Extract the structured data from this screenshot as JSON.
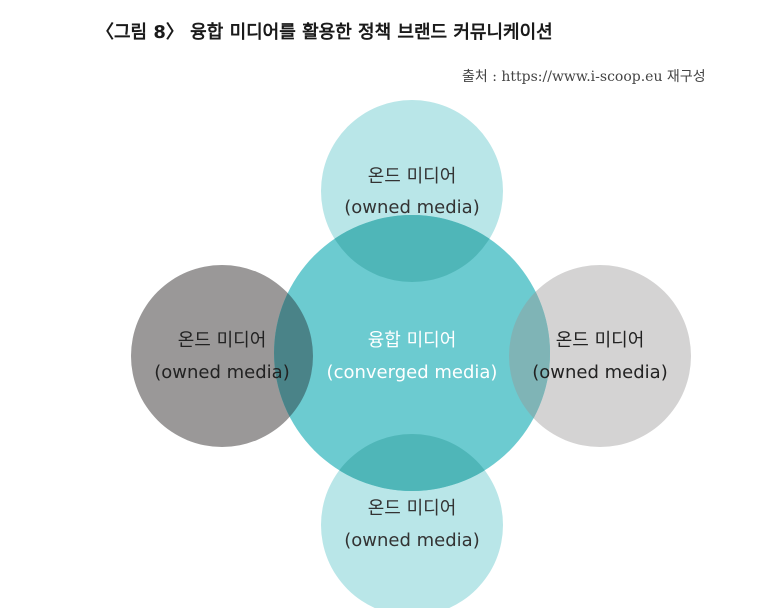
{
  "figure": {
    "caption": "〈그림 8〉 융합 미디어를 활용한 정책 브랜드 커뮤니케이션",
    "source": "출처 : https://www.i-scoop.eu 재구성"
  },
  "circles": {
    "top": {
      "line1": "온드 미디어",
      "line2": "(owned media)",
      "color": "#b9e6e8"
    },
    "left": {
      "line1": "온드 미디어",
      "line2": "(owned media)",
      "color": "#9a9898"
    },
    "right": {
      "line1": "온드 미디어",
      "line2": "(owned media)",
      "color": "#d4d3d3"
    },
    "bottom": {
      "line1": "온드 미디어",
      "line2": "(owned media)",
      "color": "#b9e6e8"
    },
    "center": {
      "line1": "융합 미디어",
      "line2": "(converged media)",
      "color": "#6ccbd0"
    }
  }
}
